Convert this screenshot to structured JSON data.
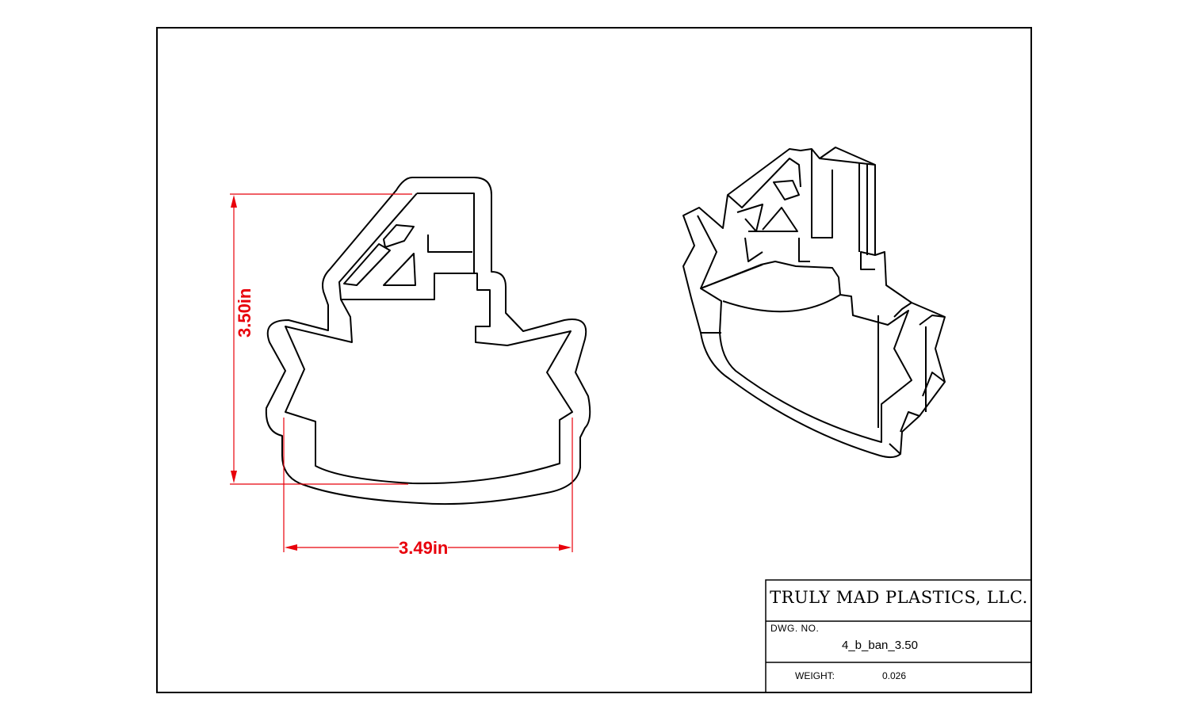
{
  "title_block": {
    "company": "TRULY MAD PLASTICS, LLC.",
    "dwg_no_label": "DWG.  NO.",
    "dwg_no_value": "4_b_ban_3.50",
    "weight_label": "WEIGHT:",
    "weight_value": "0.026"
  },
  "dimensions": {
    "height": "3.50in",
    "width": "3.49in"
  },
  "colors": {
    "dimension": "#e8000b",
    "line": "#000000",
    "background": "#ffffff"
  }
}
